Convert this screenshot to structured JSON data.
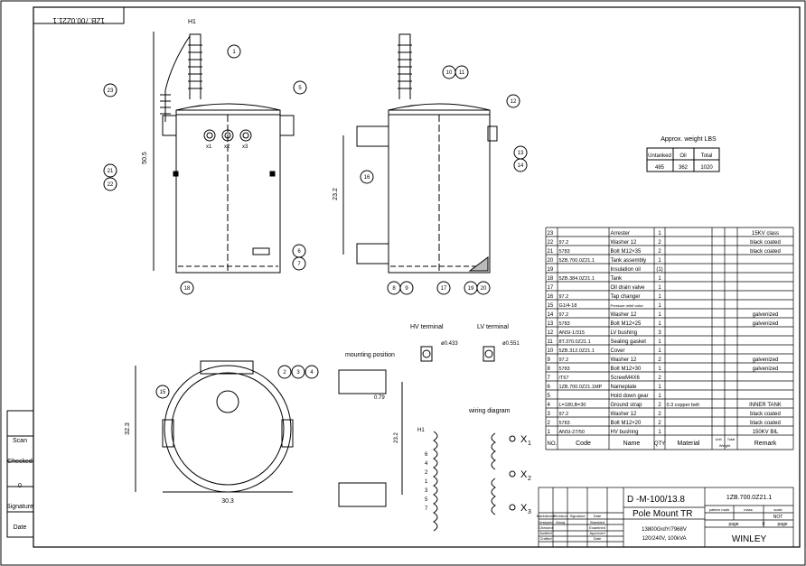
{
  "drawing_number_rotated": "1ZB.700.0Z21.1",
  "side_block": {
    "labels": [
      "Scan",
      "Checked",
      "0",
      "Signature",
      "Date"
    ]
  },
  "weight_table": {
    "title": "Approx. weight LBS",
    "headers": [
      "Untanked",
      "Oil",
      "Total"
    ],
    "values": [
      "485",
      "362",
      "1020"
    ]
  },
  "callouts": [
    "1",
    "2",
    "3",
    "4",
    "5",
    "6",
    "7",
    "8",
    "9",
    "10",
    "11",
    "12",
    "13",
    "14",
    "15",
    "16",
    "17",
    "18",
    "19",
    "20",
    "21",
    "22",
    "23"
  ],
  "labels": {
    "h1": "H1",
    "x1": "x1",
    "x2": "x2",
    "x3": "x3",
    "dim_height": "50.5",
    "dim_side": "23.2",
    "dim_base_w": "30.3",
    "dim_base_h": "32.3",
    "dim_mount": "23.2",
    "dim_079": "0.79",
    "hv_terminal": "HV terminal",
    "lv_terminal": "LV terminal",
    "hv_dia": "ø0.433",
    "lv_dia": "ø0.551",
    "mounting_position": "mounting position",
    "wiring_diagram": "wiring diagram",
    "wd_h1": "H1",
    "wd_nums": [
      "6",
      "4",
      "2",
      "1",
      "3",
      "5",
      "7"
    ],
    "X1": "X",
    "X2": "X",
    "X3": "X",
    "sub1": "1",
    "sub2": "2",
    "sub3": "3"
  },
  "parts_list": {
    "rows": [
      {
        "no": "23",
        "code": "",
        "name": "Arrester",
        "qty": "1",
        "material": "",
        "remark": "15KV class"
      },
      {
        "no": "22",
        "code": "97.2",
        "name": "Washer 12",
        "qty": "2",
        "material": "",
        "remark": "black coated"
      },
      {
        "no": "21",
        "code": "5783",
        "name": "Bolt M12×35",
        "qty": "2",
        "material": "",
        "remark": "black coated"
      },
      {
        "no": "20",
        "code": "5ZB.700.0Z21.1",
        "name": "Tank assembly",
        "qty": "1",
        "material": "",
        "remark": ""
      },
      {
        "no": "19",
        "code": "",
        "name": "Insulation oil",
        "qty": "(1)",
        "material": "",
        "remark": ""
      },
      {
        "no": "18",
        "code": "5ZB.384.0Z21.1",
        "name": "Tank",
        "qty": "1",
        "material": "",
        "remark": ""
      },
      {
        "no": "17",
        "code": "",
        "name": "Oil drain valve",
        "qty": "1",
        "material": "",
        "remark": ""
      },
      {
        "no": "16",
        "code": "97.2",
        "name": "Tap changer",
        "qty": "1",
        "material": "",
        "remark": ""
      },
      {
        "no": "15",
        "code": "G1/4-18",
        "name": "Pressure relief valve",
        "qty": "1",
        "material": "",
        "remark": ""
      },
      {
        "no": "14",
        "code": "97.2",
        "name": "Washer 12",
        "qty": "1",
        "material": "",
        "remark": "galvenized"
      },
      {
        "no": "13",
        "code": "5783",
        "name": "Bolt M12×25",
        "qty": "1",
        "material": "",
        "remark": "galvenized"
      },
      {
        "no": "12",
        "code": "ANSI-1/315",
        "name": "LV bushing",
        "qty": "3",
        "material": "",
        "remark": ""
      },
      {
        "no": "11",
        "code": "8T.370.0Z21.1",
        "name": "Sealing gasket",
        "qty": "1",
        "material": "",
        "remark": ""
      },
      {
        "no": "10",
        "code": "5ZB.312.0Z21.1",
        "name": "Cover",
        "qty": "1",
        "material": "",
        "remark": ""
      },
      {
        "no": "9",
        "code": "97.2",
        "name": "Washer 12",
        "qty": "2",
        "material": "",
        "remark": "galvenized"
      },
      {
        "no": "8",
        "code": "5783",
        "name": "Bolt M12×30",
        "qty": "1",
        "material": "",
        "remark": "galvenized"
      },
      {
        "no": "7",
        "code": "/T67",
        "name": "ScrewM4X6",
        "qty": "2",
        "material": "",
        "remark": ""
      },
      {
        "no": "6",
        "code": "1ZB.700.0Z21.1MP",
        "name": "Nameplate",
        "qty": "1",
        "material": "",
        "remark": ""
      },
      {
        "no": "5",
        "code": "",
        "name": "Hold down gear",
        "qty": "1",
        "material": "",
        "remark": ""
      },
      {
        "no": "4",
        "code": "L=180,B=30",
        "name": "Ground strap",
        "qty": "2",
        "material": "0.3 copper belt",
        "remark": "INNER TANK"
      },
      {
        "no": "3",
        "code": "97.2",
        "name": "Washer 12",
        "qty": "2",
        "material": "",
        "remark": "black coated"
      },
      {
        "no": "2",
        "code": "5783",
        "name": "Bolt M12×20",
        "qty": "2",
        "material": "",
        "remark": "black coated"
      },
      {
        "no": "1",
        "code": "ANSI-27/50",
        "name": "HV bushing",
        "qty": "1",
        "material": "",
        "remark": "150KV BIL"
      }
    ],
    "header": {
      "no": "NO.",
      "code": "Code",
      "name": "Name",
      "qty": "QTY",
      "material": "Material",
      "unit": "Unit",
      "total": "Total",
      "weight": "Weight",
      "remark": "Remark"
    }
  },
  "title_block": {
    "drawing_title": "D -M-100/13.8",
    "name": "Pole Mount TR",
    "spec1": "13800GrdY/7968V",
    "spec2": "120/240V, 100kVA",
    "drawing_no": "1ZB.700.0Z21.1",
    "pattern_mark": "pattern mark",
    "mass": "mass",
    "scale": "scale",
    "not": "NOT",
    "page": "page",
    "zero": "0",
    "page2": "page",
    "company": "WINLEY",
    "rev_headers": [
      "Markdevice",
      "Revision",
      "Signature",
      "Date"
    ],
    "roles": [
      "Designed",
      "Checked",
      "Audited",
      "Crafted"
    ],
    "designer": "Xiang",
    "approvals": [
      "Standard",
      "Examined",
      "Approved",
      "Date"
    ]
  }
}
